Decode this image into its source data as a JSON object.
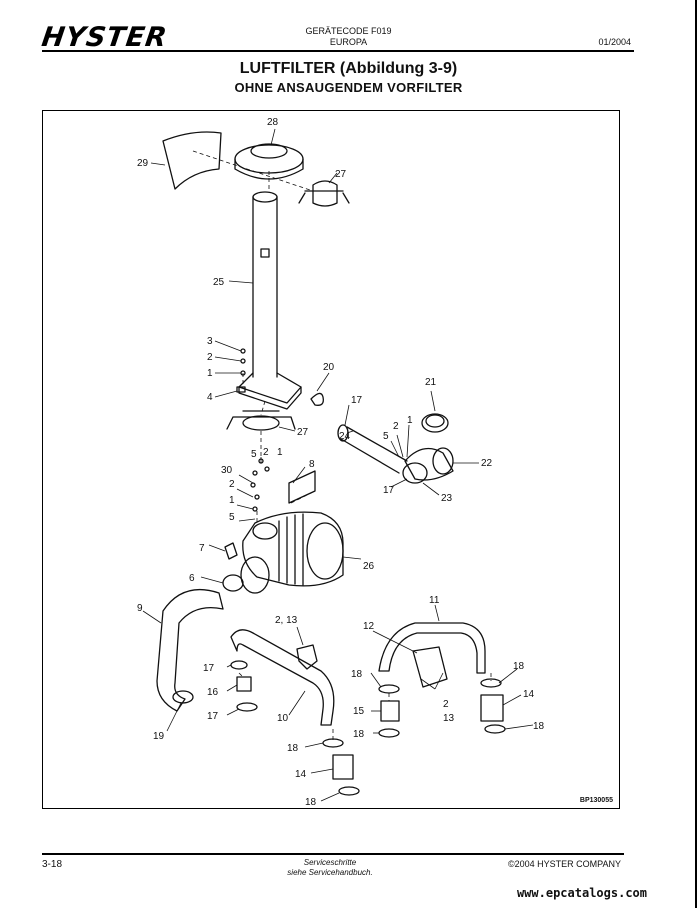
{
  "header": {
    "logo": "HYSTER",
    "code_line1": "GERÄTECODE F019",
    "code_line2": "EUROPA",
    "date": "01/2004"
  },
  "title": "LUFTFILTER (Abbildung 3-9)",
  "subtitle": "OHNE ANSAUGENDEM VORFILTER",
  "figure": {
    "reference": "BP130055",
    "callouts": {
      "c28": "28",
      "c29": "29",
      "c27a": "27",
      "c25": "25",
      "c3": "3",
      "c2a": "2",
      "c1a": "1",
      "c4": "4",
      "c20": "20",
      "c21": "21",
      "c17a": "17",
      "c2b": "2",
      "c1b": "1",
      "c5a": "5",
      "c27b": "27",
      "c24": "24",
      "c22": "22",
      "c17b": "17",
      "c23": "23",
      "c5b": "5",
      "c2c": "2",
      "c1c": "1",
      "c8": "8",
      "c30": "30",
      "c2d": "2",
      "c1d": "1",
      "c5c": "5",
      "c7": "7",
      "c26": "26",
      "c6": "6",
      "c9": "9",
      "c19": "19",
      "c2_13": "2, 13",
      "c17c": "17",
      "c16": "16",
      "c17d": "17",
      "c10": "10",
      "c18a": "18",
      "c14a": "14",
      "c18b": "18",
      "c11": "11",
      "c12": "12",
      "c18c": "18",
      "c15": "15",
      "c18d": "18",
      "c2e": "2",
      "c13": "13",
      "c18e": "18",
      "c14b": "14",
      "c18f": "18"
    }
  },
  "footer": {
    "page": "3-18",
    "center_line1": "Serviceschritte",
    "center_line2": "siehe Servicehandbuch.",
    "copyright": "©2004 HYSTER COMPANY"
  },
  "watermark": "www.epcatalogs.com"
}
